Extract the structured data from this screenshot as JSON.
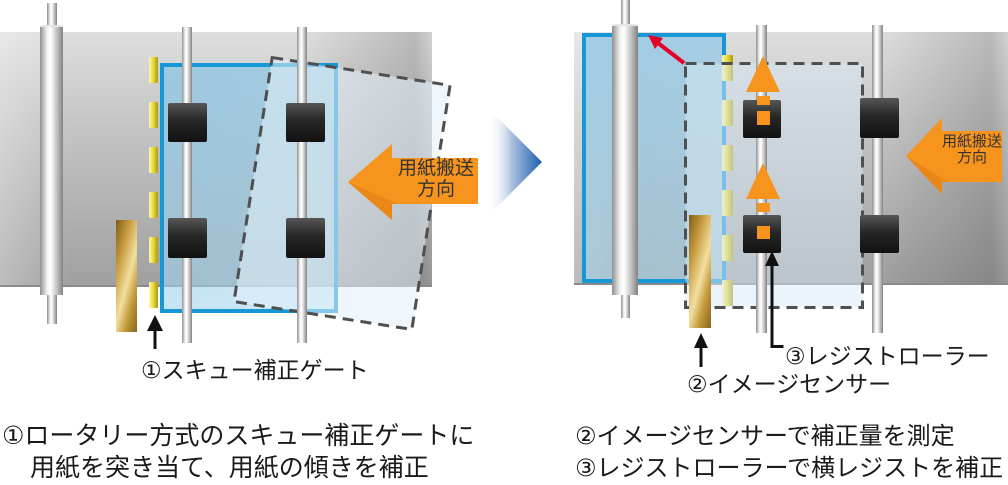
{
  "left_panel": {
    "transport_arrow": {
      "line1": "用紙搬送",
      "line2": "方向"
    },
    "gate_label": "①スキュー補正ゲート",
    "caption": {
      "line1": "①ロータリー方式のスキュー補正ゲートに",
      "line2": "用紙を突き当て、用紙の傾きを補正"
    }
  },
  "right_panel": {
    "transport_arrow": {
      "line1": "用紙搬送",
      "line2": "方向"
    },
    "sensor_label": "②イメージセンサー",
    "regist_label": "③レジストローラー",
    "caption": {
      "line1": "②イメージセンサーで補正量を測定",
      "line2": "③レジストローラーで横レジストを補正"
    }
  },
  "colors": {
    "paper_border_blue": "#1798d6",
    "paper_fill_blue": "#a9d3ea",
    "transport_arrow_orange": "#f7941e",
    "gate_yellow": "#e9dc3c",
    "sensor_gold": "#c79b3f",
    "shift_arrow_red": "#e60028",
    "flow_arrow_blue": "#1c5fae",
    "roller_black": "#222222",
    "dashed_outline_gray": "#4f4f4f"
  }
}
